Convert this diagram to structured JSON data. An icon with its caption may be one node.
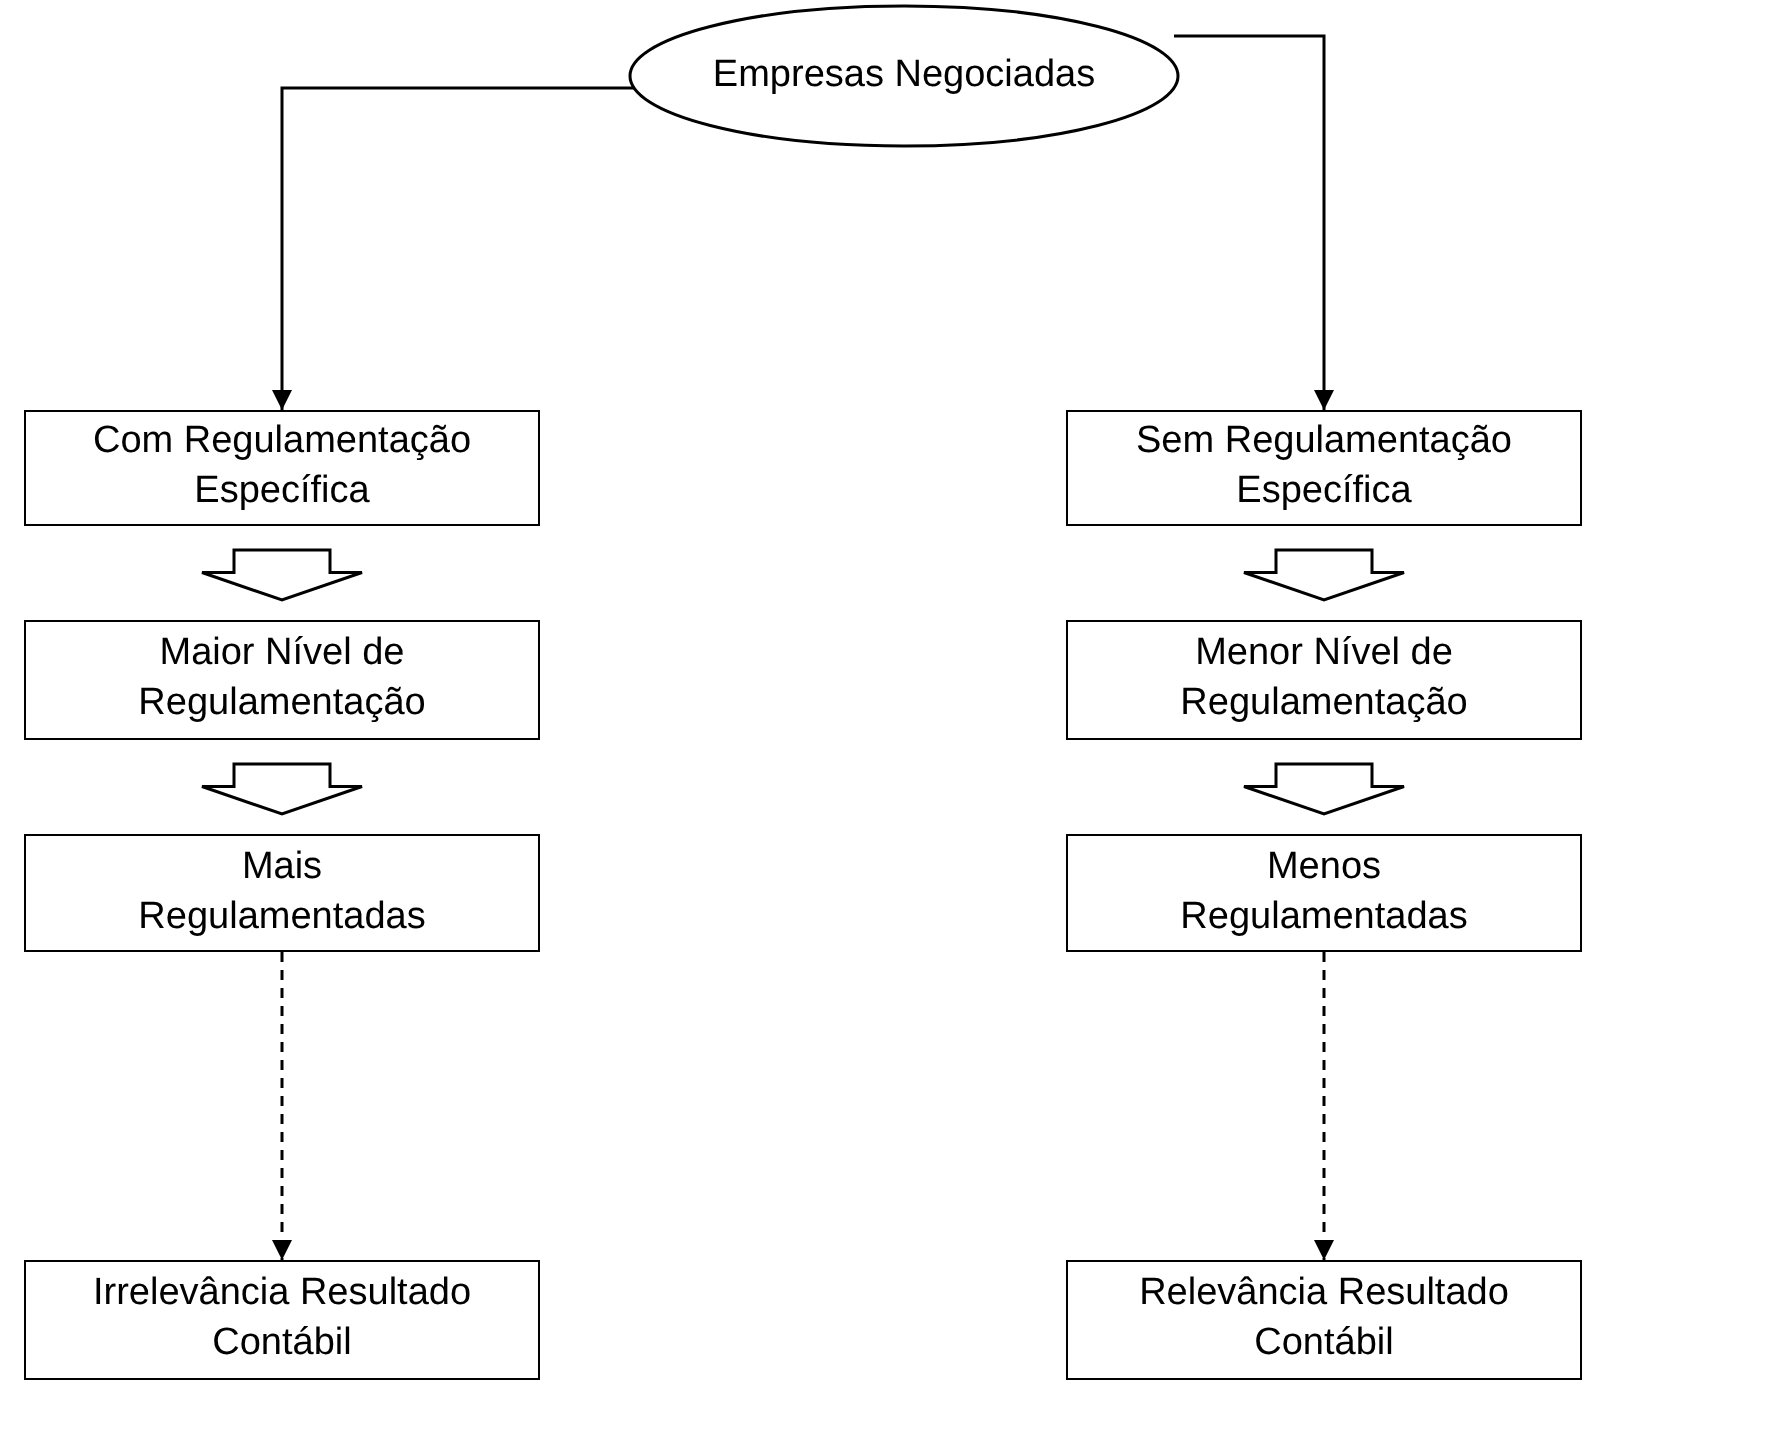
{
  "diagram": {
    "nodes": [
      {
        "text": [
          "Empresas Negociadas"
        ]
      },
      {
        "text": [
          "Com Regulamentação Específica"
        ]
      },
      {
        "text": [
          "Sem Regulamentação Específica"
        ]
      },
      {
        "text": [
          "Maior Nível de Regulamentação"
        ]
      },
      {
        "text": [
          "Menor Nível de Regulamentação"
        ]
      },
      {
        "text": [
          "Mais Regulamentadas"
        ]
      },
      {
        "text": [
          "Menos Regulamentadas"
        ]
      },
      {
        "text": [
          "Irrelevância Resultado Contábil"
        ]
      },
      {
        "text": [
          "Relevância Resultado Contábil"
        ]
      }
    ],
    "edges": [
      {
        "from": 0,
        "to": 1,
        "arrow": "to"
      },
      {
        "from": 0,
        "to": 2,
        "arrow": "to"
      },
      {
        "from": 1,
        "to": 3,
        "arrow": "to",
        "style": "thick"
      },
      {
        "from": 2,
        "to": 4,
        "arrow": "to",
        "style": "thick"
      },
      {
        "from": 3,
        "to": 5,
        "arrow": "to",
        "style": "thick"
      },
      {
        "from": 4,
        "to": 6,
        "arrow": "to",
        "style": "thick"
      },
      {
        "from": 5,
        "to": 7,
        "arrow": "to",
        "style": "dashed"
      },
      {
        "from": 6,
        "to": 8,
        "arrow": "to",
        "style": "dashed"
      }
    ]
  }
}
